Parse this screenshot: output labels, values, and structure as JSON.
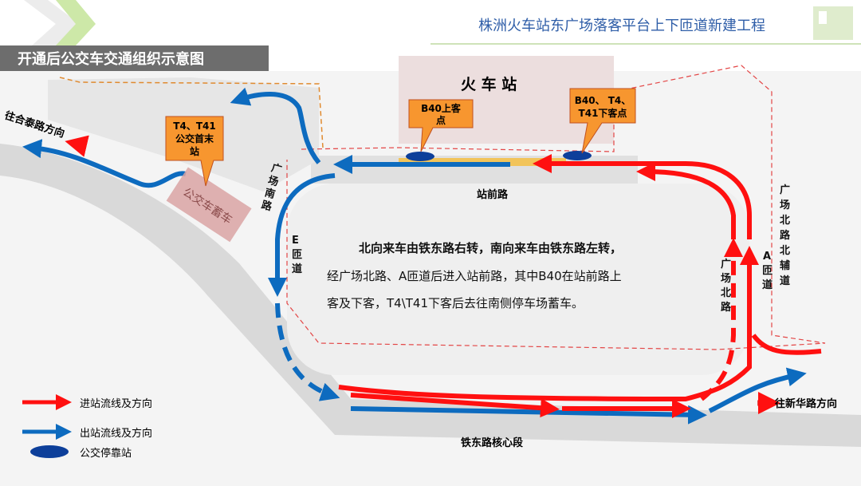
{
  "header": {
    "project_title": "株洲火车站东广场落客平台上下匝道新建工程",
    "section_title": "开通后公交车交通组织示意图"
  },
  "map": {
    "station_label": "火 车 站",
    "road_zhanqian": "站前路",
    "road_guangchang_nan": [
      "广",
      "场",
      "南",
      "路"
    ],
    "ramp_e": [
      "E",
      "匝",
      "道"
    ],
    "road_guangchang_bei": [
      "广",
      "场",
      "北",
      "路"
    ],
    "ramp_a": [
      "A",
      "匝",
      "道"
    ],
    "road_guangchang_bei_aux": [
      "广",
      "场",
      "北",
      "路",
      "北",
      "辅",
      "道"
    ],
    "road_tiedong": "铁东路核心段",
    "direction_hetai": "往合泰路方向",
    "direction_xinhua": "往新华路方向",
    "bus_holding": "公交车蓄车",
    "callouts": {
      "b40_pickup": [
        "B40上客",
        "点"
      ],
      "dropoff": [
        "B40、 T4、",
        "T41下客点"
      ],
      "terminal": [
        "T4、T41",
        "公交首末",
        "站"
      ]
    }
  },
  "description": {
    "line1": "北向来车由铁东路右转，南向来车由铁东路左转，",
    "line2": "经广场北路、A匝道后进入站前路，其中B40在站前路上",
    "line3": "客及下客，T4\\T41下客后去往南侧停车场蓄车。"
  },
  "legend": {
    "inbound": "进站流线及方向",
    "outbound": "出站流线及方向",
    "bus_stop": "公交停靠站"
  },
  "colors": {
    "red": "#ff1010",
    "blue": "#0d6bbf",
    "stop": "#0d3f9a",
    "callout": "#f7962f",
    "title_blue": "#2f5ea8"
  }
}
